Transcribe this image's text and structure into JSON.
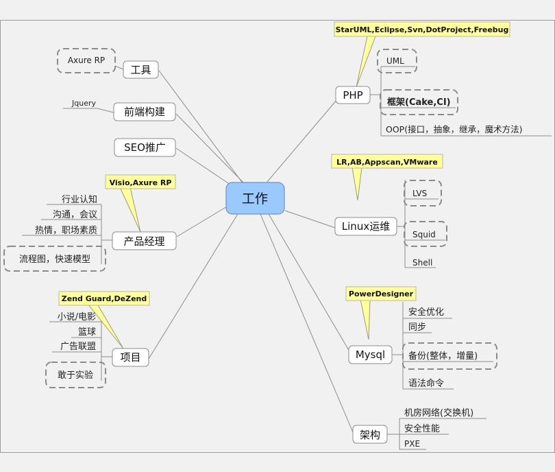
{
  "central": "工作",
  "branches": {
    "tools": {
      "label": "工具",
      "children": [
        "Axure RP"
      ]
    },
    "frontend": {
      "label": "前端构建",
      "children": [
        "Jquery"
      ]
    },
    "seo": {
      "label": "SEO推广"
    },
    "pm": {
      "label": "产品经理",
      "callout": "Visio,Axure RP",
      "children": [
        "行业认知",
        "沟通，会议",
        "热情，职场素质",
        "流程图，快速模型"
      ]
    },
    "project": {
      "label": "项目",
      "callout": "Zend Guard,DeZend",
      "children": [
        "小说/电影",
        "篮球",
        "广告联盟",
        "敢于实验"
      ]
    },
    "php": {
      "label": "PHP",
      "callout": "StarUML,Eclipse,Svn,DotProject,Freebug",
      "children": [
        "UML",
        "框架(Cake,CI)",
        "OOP(接口，抽象，继承，魔术方法)"
      ]
    },
    "linux": {
      "label": "Linux运维",
      "callout": "LR,AB,Appscan,VMware",
      "children": [
        "LVS",
        "Squid",
        "Shell"
      ]
    },
    "mysql": {
      "label": "Mysql",
      "callout": "PowerDesigner",
      "children": [
        "安全优化",
        "同步",
        "备份(整体，增量)",
        "语法命令"
      ]
    },
    "arch": {
      "label": "架构",
      "children": [
        "机房网络(交换机)",
        "安全性能",
        "PXE"
      ]
    }
  },
  "colors": {
    "background": "#f1f1f1",
    "central_fill": "#99c9ff",
    "callout_fill": "#ffff9c",
    "line": "#888888",
    "dash": "#888888"
  }
}
